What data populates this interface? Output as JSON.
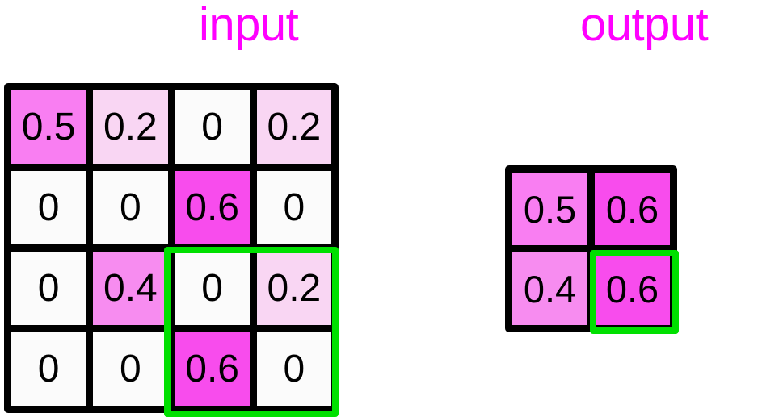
{
  "labels": {
    "input": "input",
    "output": "output",
    "label_color": "#ff00ff"
  },
  "palette": {
    "cell_0": "#fbfbfb",
    "cell_0_2": "#f9d6f3",
    "cell_0_4": "#f78cf0",
    "cell_0_5": "#f97ef2",
    "cell_0_6": "#f84ced",
    "grid_border": "#000000",
    "highlight": "#00e000",
    "text": "#000000",
    "background": "#ffffff"
  },
  "chart_data": {
    "type": "heatmap",
    "title": "",
    "grids": [
      {
        "name": "input",
        "rows": 4,
        "cols": 4,
        "values": [
          [
            0.5,
            0.2,
            0,
            0.2
          ],
          [
            0,
            0,
            0.6,
            0
          ],
          [
            0,
            0.4,
            0,
            0.2
          ],
          [
            0,
            0,
            0.6,
            0
          ]
        ],
        "highlight_region": {
          "row_start": 2,
          "row_end": 3,
          "col_start": 2,
          "col_end": 3
        }
      },
      {
        "name": "output",
        "rows": 2,
        "cols": 2,
        "values": [
          [
            0.5,
            0.6
          ],
          [
            0.4,
            0.6
          ]
        ],
        "highlight_region": {
          "row_start": 1,
          "row_end": 1,
          "col_start": 1,
          "col_end": 1
        }
      }
    ]
  },
  "input_grid": {
    "cells": [
      {
        "text": "0.5",
        "value": 0.5
      },
      {
        "text": "0.2",
        "value": 0.2
      },
      {
        "text": "0",
        "value": 0
      },
      {
        "text": "0.2",
        "value": 0.2
      },
      {
        "text": "0",
        "value": 0
      },
      {
        "text": "0",
        "value": 0
      },
      {
        "text": "0.6",
        "value": 0.6
      },
      {
        "text": "0",
        "value": 0
      },
      {
        "text": "0",
        "value": 0
      },
      {
        "text": "0.4",
        "value": 0.4
      },
      {
        "text": "0",
        "value": 0
      },
      {
        "text": "0.2",
        "value": 0.2
      },
      {
        "text": "0",
        "value": 0
      },
      {
        "text": "0",
        "value": 0
      },
      {
        "text": "0.6",
        "value": 0.6
      },
      {
        "text": "0",
        "value": 0
      }
    ]
  },
  "output_grid": {
    "cells": [
      {
        "text": "0.5",
        "value": 0.5
      },
      {
        "text": "0.6",
        "value": 0.6
      },
      {
        "text": "0.4",
        "value": 0.4
      },
      {
        "text": "0.6",
        "value": 0.6
      }
    ]
  }
}
